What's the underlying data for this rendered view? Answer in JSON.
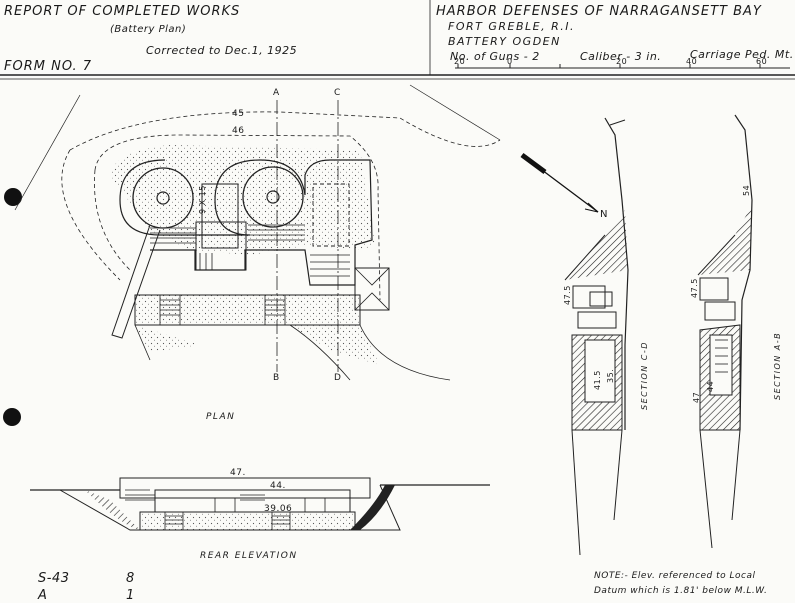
{
  "header": {
    "report_title": "REPORT OF COMPLETED WORKS",
    "plan_type": "(Battery Plan)",
    "corrected": "Corrected to Dec.1, 1925",
    "form_no": "FORM NO. 7",
    "defenses": "HARBOR DEFENSES OF NARRAGANSETT BAY",
    "fort": "FORT GREBLE, R.I.",
    "battery": "BATTERY OGDEN",
    "guns": "No. of Guns - 2",
    "caliber": "Caliber - 3 in.",
    "carriage": "Carriage Ped. Mt.",
    "scale_ticks": [
      "20",
      "0",
      "20",
      "40",
      "60"
    ]
  },
  "plan": {
    "label": "PLAN",
    "dim_45": "45",
    "dim_46": "46",
    "pit_size": "9 X 15",
    "section_a": "A",
    "section_b": "B",
    "section_c": "C",
    "section_d": "D",
    "north": "N"
  },
  "elevation": {
    "label": "REAR ELEVATION",
    "dim_47": "47.",
    "dim_44": "44.",
    "dim_39": "39.06"
  },
  "sections": {
    "cd_label": "SECTION C-D",
    "ab_label": "SECTION A-B",
    "cd_475": "47.5",
    "cd_415": "41.5",
    "cd_35": "35.",
    "ab_54": "54",
    "ab_475": "47.5",
    "ab_47": "47",
    "ab_44": "44"
  },
  "footer": {
    "sheet_1": "S-43",
    "sheet_2": "A",
    "num_1": "8",
    "num_2": "1",
    "note_1": "NOTE:- Elev. referenced to Local",
    "note_2": "Datum which is 1.81' below M.L.W."
  }
}
